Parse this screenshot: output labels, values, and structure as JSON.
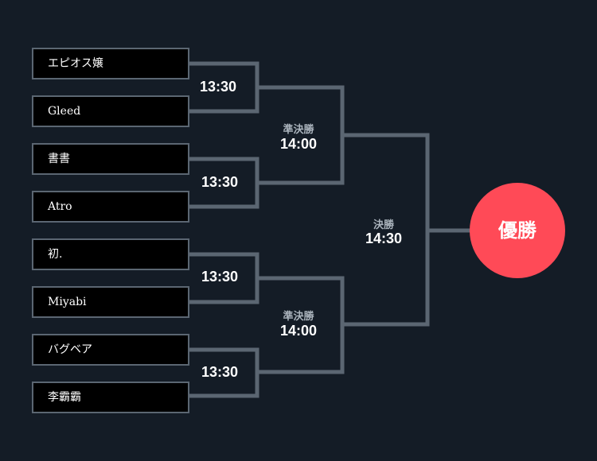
{
  "players": [
    "エピオス嬢",
    "Gleed",
    "書書",
    "Atro",
    "初.",
    "Miyabi",
    "バグベア",
    "李霸霸"
  ],
  "round1": [
    "13:30",
    "13:30",
    "13:30",
    "13:30"
  ],
  "semifinals": [
    {
      "name": "準決勝",
      "time": "14:00"
    },
    {
      "name": "準決勝",
      "time": "14:00"
    }
  ],
  "final": {
    "name": "決勝",
    "time": "14:30"
  },
  "champion": "優勝",
  "colors": {
    "background": "#141c26",
    "line": "#5b6672",
    "box": "#000000",
    "champion": "#ff4a57",
    "round_name": "#aab3bc"
  }
}
